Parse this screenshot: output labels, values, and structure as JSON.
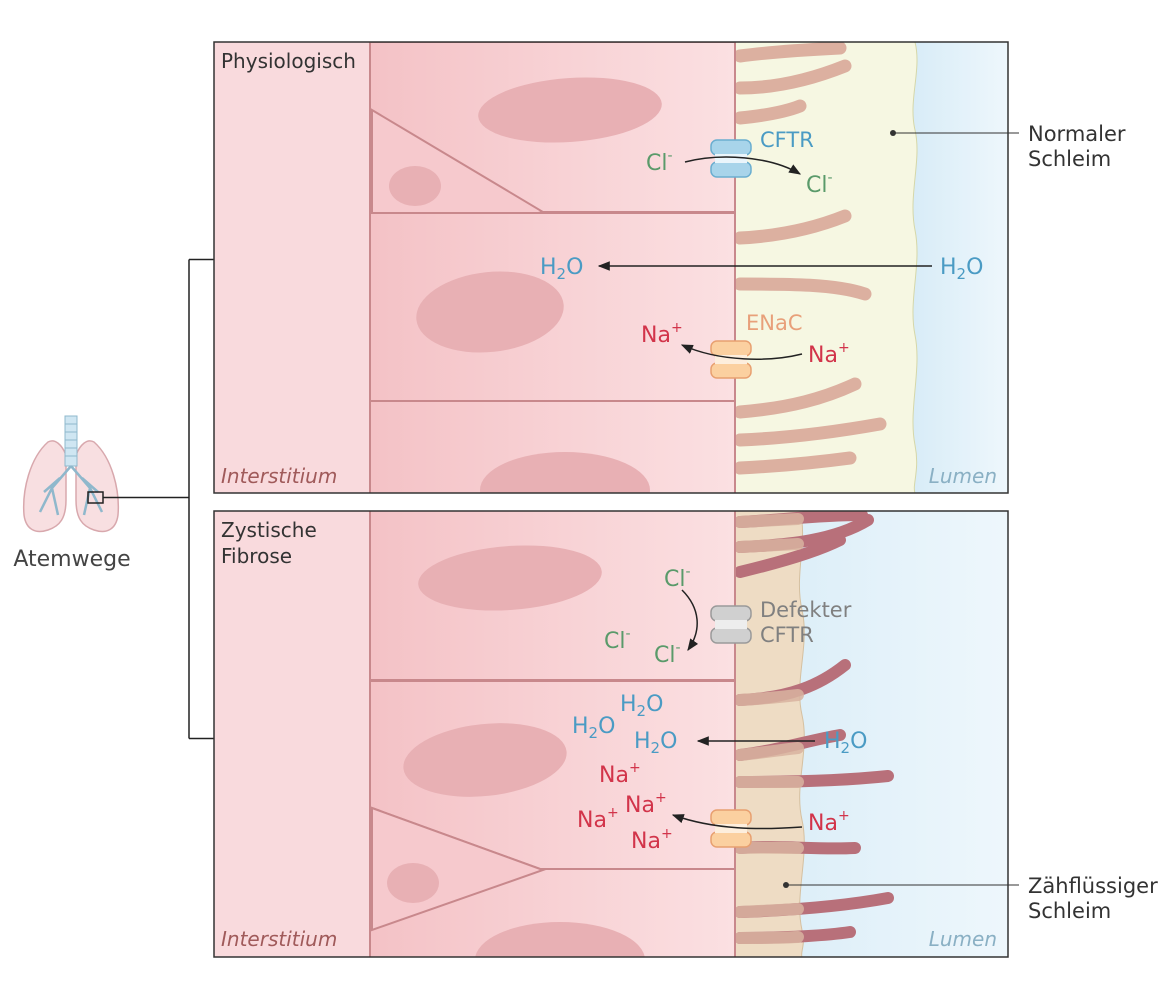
{
  "colors": {
    "chloride": "#5a9a6a",
    "water": "#4a9bc4",
    "sodium": "#d2344a",
    "enac_label": "#e8a07a",
    "cftr_label": "#4a9bc4",
    "defect_label": "#808080",
    "lumen_label": "#8ab0c4",
    "interstitium_label": "#a05a5a",
    "cell_fill": "#f7cfd2",
    "cell_stroke": "#c8888c",
    "nucleus": "#e8b0b4",
    "normal_mucus": "#f6f7e2",
    "thick_mucus": "#eedcc4",
    "lumen_fill": "#e4f2fa",
    "cilia_normal": "#dcb0a0",
    "cilia_thick": "#b8707a"
  },
  "side": {
    "organ_label": "Atemwege"
  },
  "panels": {
    "physiologic": {
      "title": "Physiologisch",
      "interstitium": "Interstitium",
      "lumen": "Lumen",
      "channel_cftr": "CFTR",
      "channel_enac": "ENaC",
      "mucus_label_line1": "Normaler",
      "mucus_label_line2": "Schleim"
    },
    "cf": {
      "title_line1": "Zystische",
      "title_line2": "Fibrose",
      "interstitium": "Interstitium",
      "lumen": "Lumen",
      "defect_line1": "Defekter",
      "defect_line2": "CFTR",
      "mucus_label_line1": "Zähflüssiger",
      "mucus_label_line2": "Schleim"
    }
  },
  "ions": {
    "cl_base": "Cl",
    "cl_charge": "-",
    "na_base": "Na",
    "na_charge": "+",
    "h2o_h": "H",
    "h2o_sub": "2",
    "h2o_o": "O"
  }
}
